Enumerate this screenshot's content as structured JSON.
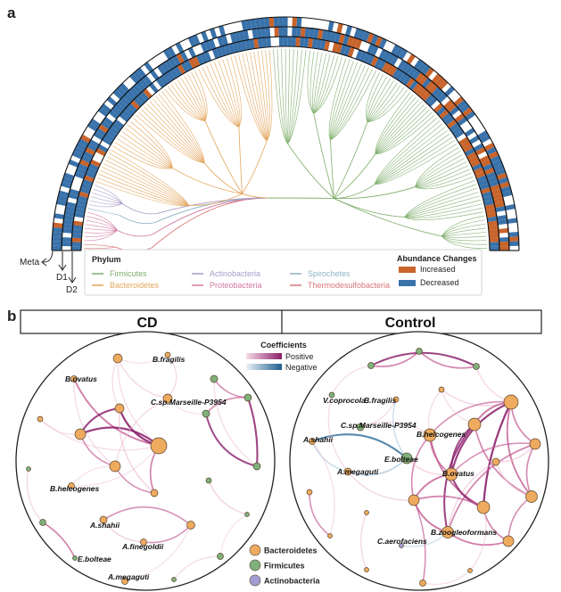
{
  "figure": {
    "panel_a_letter": "a",
    "panel_b_letter": "b"
  },
  "panel_a": {
    "ring_labels": [
      "Meta",
      "D1",
      "D2"
    ],
    "phylum_legend": {
      "title": "Phylum",
      "items": [
        {
          "label": "Firmicutes",
          "color": "#7fae6b"
        },
        {
          "label": "Bacteroidetes",
          "color": "#e3a55a"
        },
        {
          "label": "Actinobacteria",
          "color": "#a99bc9"
        },
        {
          "label": "Proteobacteria",
          "color": "#d27aa1"
        },
        {
          "label": "Spirochetes",
          "color": "#8fb3c4"
        },
        {
          "label": "Thermodesulfobacteria",
          "color": "#d9777a"
        }
      ]
    },
    "abundance_legend": {
      "title": "Abundance Changes",
      "items": [
        {
          "label": "Increased",
          "color": "#c8642c"
        },
        {
          "label": "Decreased",
          "color": "#3a72aa"
        }
      ]
    },
    "colors": {
      "increased": "#c8642c",
      "decreased": "#3a72aa",
      "none": "#ffffff"
    }
  },
  "panel_b": {
    "headers": [
      "CD",
      "Control"
    ],
    "coefficients_legend": {
      "title": "Coefficients",
      "items": [
        {
          "label": "Positive",
          "from": "#f3d3df",
          "to": "#8a1f6b"
        },
        {
          "label": "Negative",
          "from": "#e3eef6",
          "to": "#1e5f8e"
        }
      ]
    },
    "node_legend": [
      {
        "label": "Bacteroidetes",
        "color": "#eeaa5e"
      },
      {
        "label": "Firmicutes",
        "color": "#7fb07a"
      },
      {
        "label": "Actinobacteria",
        "color": "#a39cd0"
      }
    ],
    "cd_labels": [
      "B.fragilis",
      "B.ovatus",
      "C.sp.Marseille-P3954",
      "B.helcogenes",
      "A.shahii",
      "A.finegoldii",
      "E.bolteae",
      "A.megaguti"
    ],
    "control_labels": [
      "V.coprocola",
      "B.fragilis",
      "C.sp.Marseille-P3954",
      "A.shahii",
      "B.helcogenes",
      "E.bolteae",
      "A.megaguti",
      "B.ovatus",
      "B.zoogleoformans",
      "C.aerofaciens"
    ]
  }
}
